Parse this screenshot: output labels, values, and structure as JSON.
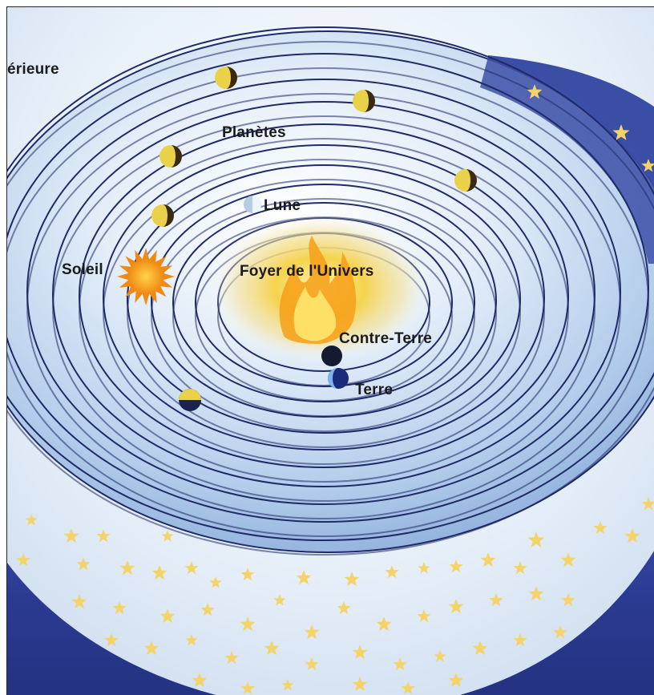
{
  "labels": {
    "outer_fragment": "érieure",
    "planets": "Planètes",
    "moon": "Lune",
    "sun": "Soleil",
    "central_fire": "Foyer de l'Univers",
    "counter_earth": "Contre-Terre",
    "earth": "Terre"
  },
  "colors": {
    "sky_band": "#2a3a8e",
    "ring_light": "#dbe9f7",
    "ring_mid": "#8fb4e0",
    "orbit_line": "#1f2a66",
    "fire_glow": "#f2c232",
    "star": "#f3d36a",
    "planet": "#e9d24a"
  },
  "icons": [
    "sun-icon",
    "fire-icon",
    "moon-icon",
    "planet-icon",
    "star-icon",
    "earth-icon",
    "counter-earth-icon"
  ]
}
